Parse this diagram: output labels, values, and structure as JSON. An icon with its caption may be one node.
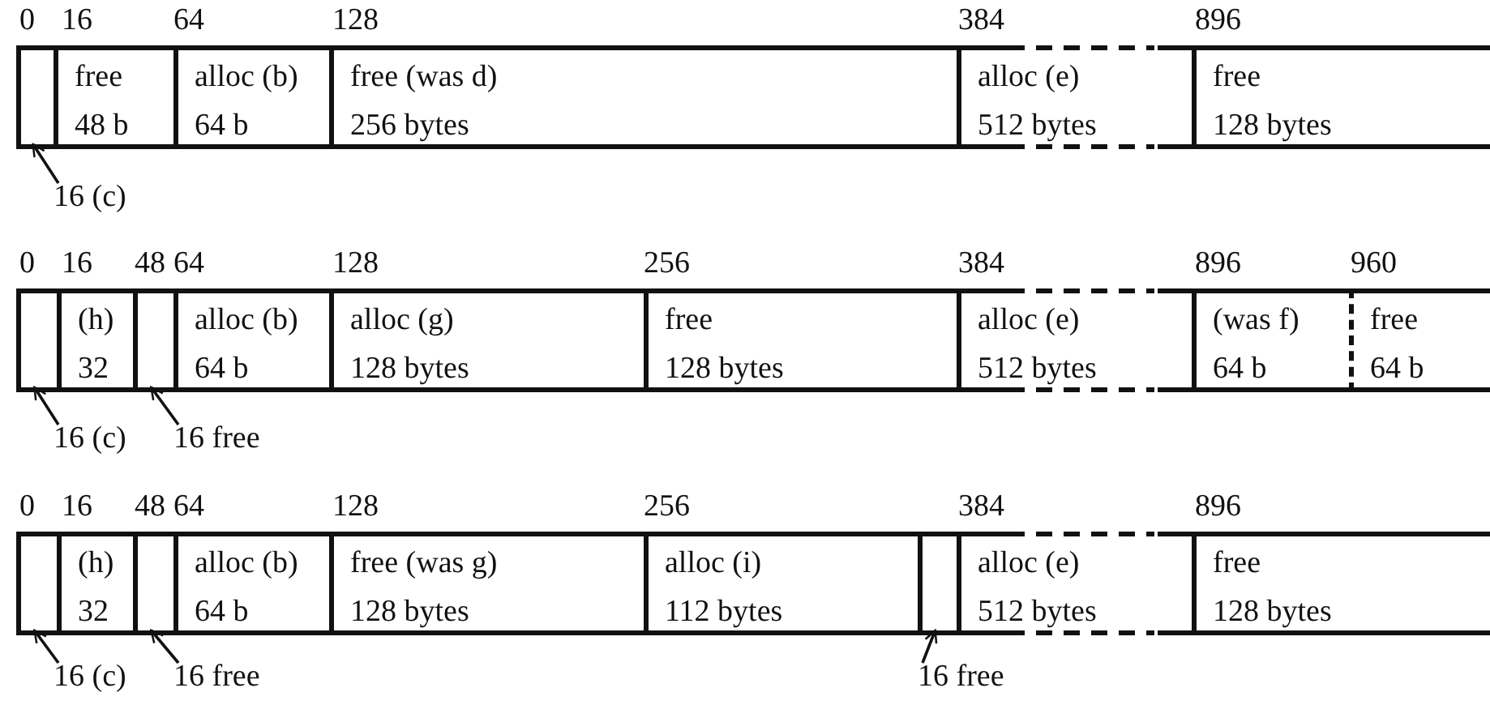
{
  "diagram": {
    "nodes": [
      {
        "text": [],
        "shape": "box"
      },
      {
        "text": [
          "free",
          "48 b"
        ]
      },
      {
        "text": [
          "alloc (b)",
          "64 b"
        ]
      },
      {
        "text": [
          "free (was d)",
          "256 bytes"
        ]
      },
      {
        "text": [
          "alloc (e)",
          "512 bytes"
        ]
      },
      {
        "text": [
          "free",
          "128 bytes"
        ]
      },
      {
        "text": [
          "16 (c)"
        ]
      },
      {
        "text": [],
        "shape": "box"
      },
      {
        "text": [
          "(h)",
          "32"
        ]
      },
      {
        "text": [],
        "shape": "box"
      },
      {
        "text": [
          "alloc (b)",
          "64 b"
        ]
      },
      {
        "text": [
          "alloc (g)",
          "128 bytes"
        ]
      },
      {
        "text": [
          "free",
          "128 bytes"
        ]
      },
      {
        "text": [
          "alloc (e)",
          "512 bytes"
        ]
      },
      {
        "text": [
          "(was f)",
          "64 b"
        ]
      },
      {
        "text": [
          "free",
          "64 b"
        ]
      },
      {
        "text": [
          "16 (c)"
        ]
      },
      {
        "text": [
          "16 free"
        ]
      },
      {
        "text": [],
        "shape": "box"
      },
      {
        "text": [
          "(h)",
          "32"
        ]
      },
      {
        "text": [],
        "shape": "box"
      },
      {
        "text": [
          "alloc (b)",
          "64 b"
        ]
      },
      {
        "text": [
          "free (was g)",
          "128 bytes"
        ]
      },
      {
        "text": [
          "alloc (i)",
          "112 bytes"
        ]
      },
      {
        "text": [],
        "shape": "box"
      },
      {
        "text": [
          "alloc (e)",
          "512 bytes"
        ]
      },
      {
        "text": [
          "free",
          "128 bytes"
        ]
      },
      {
        "text": [
          "16 (c)"
        ]
      },
      {
        "text": [
          "16 free"
        ]
      },
      {
        "text": [
          "16 free"
        ]
      }
    ],
    "edges": [
      {
        "from": 6,
        "to": 0,
        "arrow": "to"
      },
      {
        "from": 16,
        "to": 7,
        "arrow": "to"
      },
      {
        "from": 17,
        "to": 9,
        "arrow": "to"
      },
      {
        "from": 27,
        "to": 18,
        "arrow": "to"
      },
      {
        "from": 28,
        "to": 20,
        "arrow": "to"
      },
      {
        "from": 29,
        "to": 24,
        "arrow": "to"
      }
    ],
    "labels": [
      "0",
      "16",
      "64",
      "128",
      "384",
      "896",
      "0",
      "16",
      "48",
      "64",
      "128",
      "256",
      "384",
      "896",
      "960",
      "0",
      "16",
      "48",
      "64",
      "128",
      "256",
      "384",
      "896"
    ]
  }
}
